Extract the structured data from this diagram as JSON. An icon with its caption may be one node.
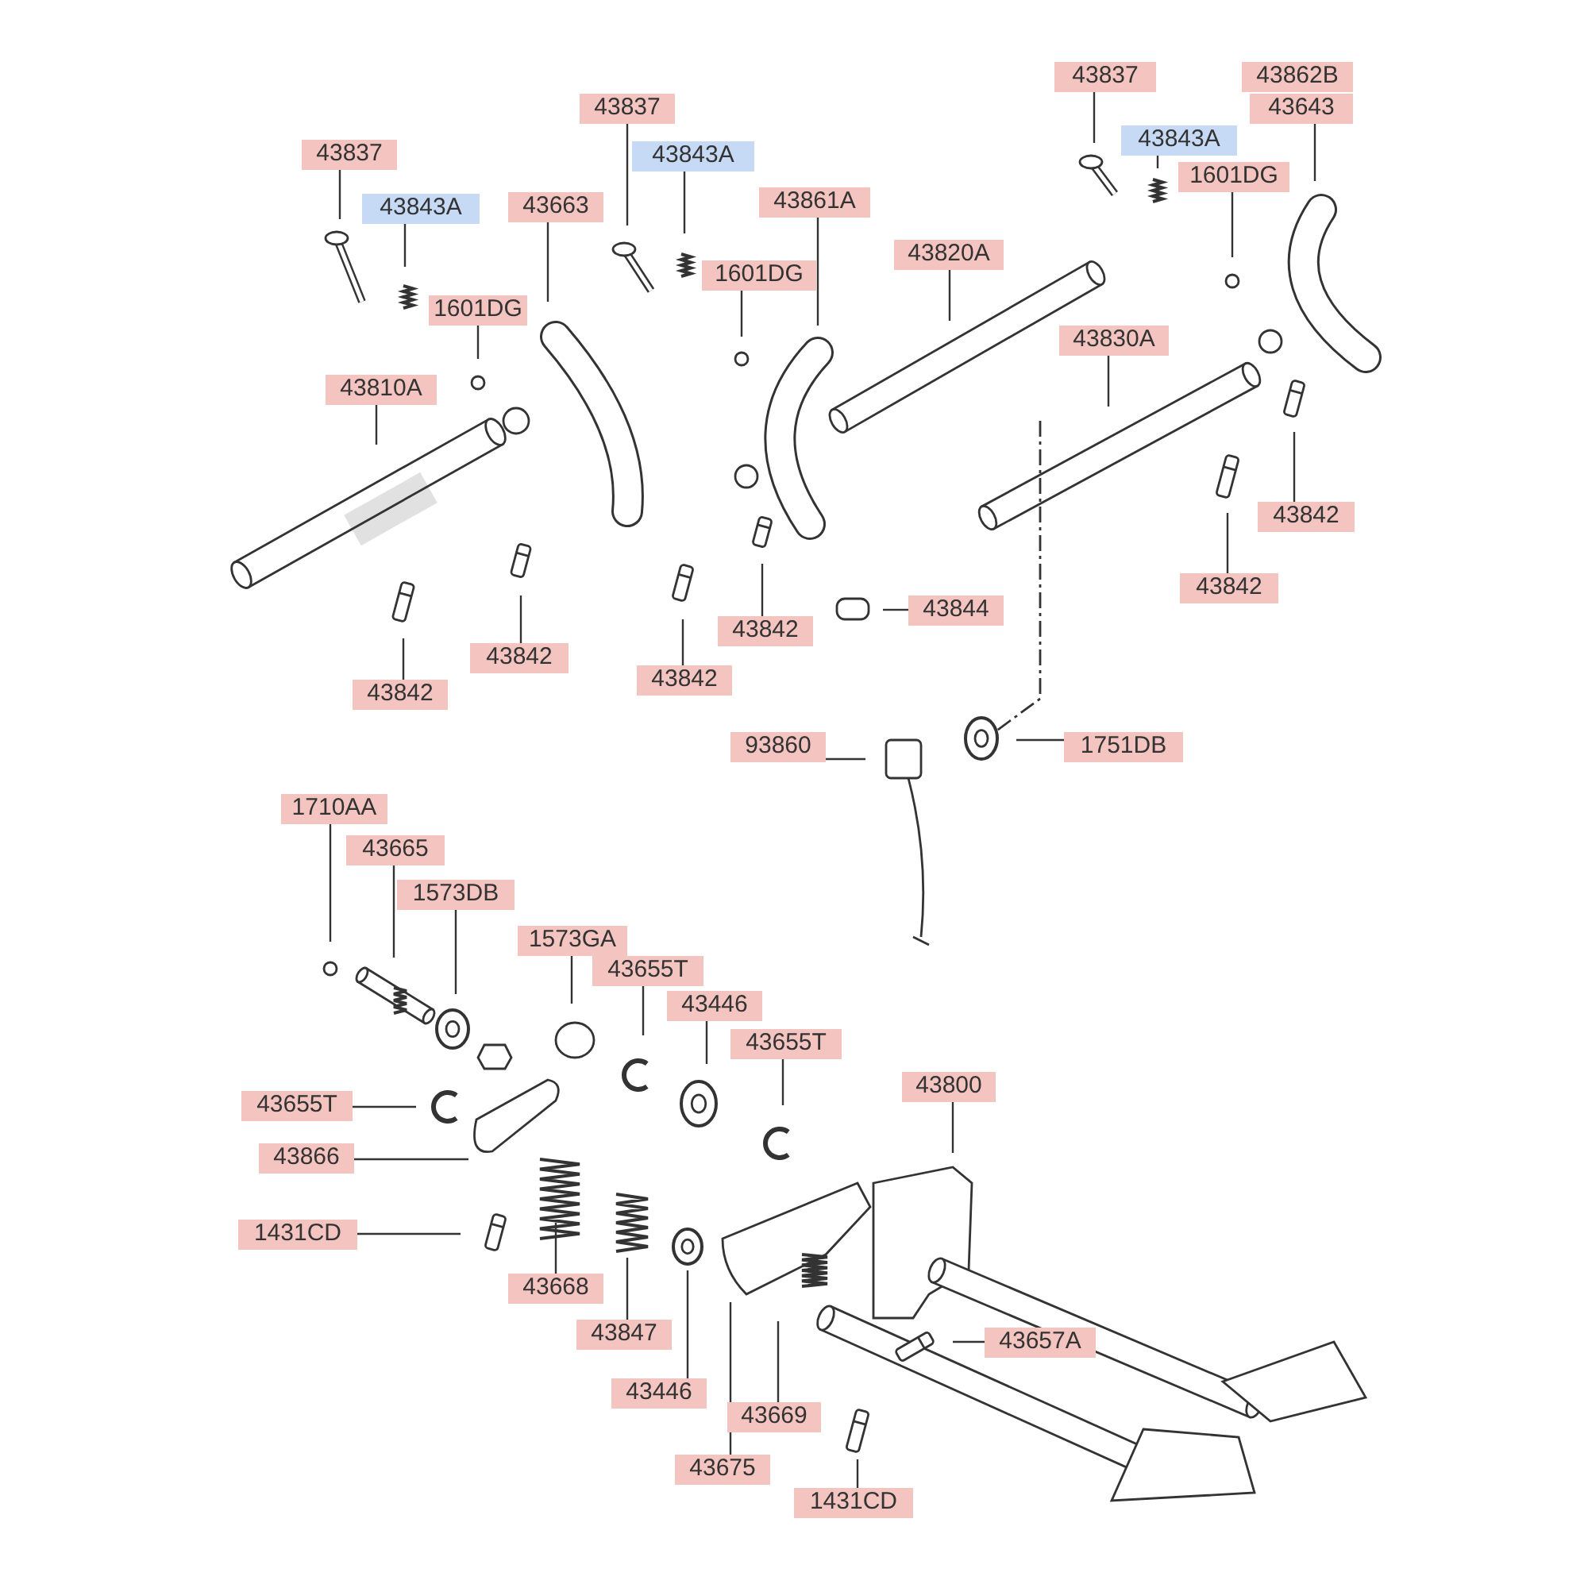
{
  "diagram": {
    "nodes": [
      {
        "text": [
          "43837"
        ]
      },
      {
        "text": [
          "43862B"
        ]
      },
      {
        "text": [
          "43643"
        ]
      },
      {
        "text": [
          "43843A"
        ]
      },
      {
        "text": [
          "43837"
        ]
      },
      {
        "text": [
          "43843A"
        ]
      },
      {
        "text": [
          "1601DG"
        ]
      },
      {
        "text": [
          "43837"
        ]
      },
      {
        "text": [
          "43861A"
        ]
      },
      {
        "text": [
          "43663"
        ]
      },
      {
        "text": [
          "43843A"
        ]
      },
      {
        "text": [
          "1601DG"
        ]
      },
      {
        "text": [
          "43820A"
        ]
      },
      {
        "text": [
          "1601DG"
        ]
      },
      {
        "text": [
          "43830A"
        ]
      },
      {
        "text": [
          "43810A"
        ]
      },
      {
        "text": [
          "43842"
        ]
      },
      {
        "text": [
          "43842"
        ]
      },
      {
        "text": [
          "43844"
        ]
      },
      {
        "text": [
          "43842"
        ]
      },
      {
        "text": [
          "43842"
        ]
      },
      {
        "text": [
          "43842"
        ]
      },
      {
        "text": [
          "43842"
        ]
      },
      {
        "text": [
          "93860"
        ]
      },
      {
        "text": [
          "1751DB"
        ]
      },
      {
        "text": [
          "1710AA"
        ]
      },
      {
        "text": [
          "43665"
        ]
      },
      {
        "text": [
          "1573DB"
        ]
      },
      {
        "text": [
          "1573GA"
        ]
      },
      {
        "text": [
          "43655T"
        ]
      },
      {
        "text": [
          "43446"
        ]
      },
      {
        "text": [
          "43655T"
        ]
      },
      {
        "text": [
          "43655T"
        ]
      },
      {
        "text": [
          "43800"
        ]
      },
      {
        "text": [
          "43866"
        ]
      },
      {
        "text": [
          "1431CD"
        ]
      },
      {
        "text": [
          "43668"
        ]
      },
      {
        "text": [
          "43847"
        ]
      },
      {
        "text": [
          "43657A"
        ]
      },
      {
        "text": [
          "43446"
        ]
      },
      {
        "text": [
          "43669"
        ]
      },
      {
        "text": [
          "43675"
        ]
      },
      {
        "text": [
          "1431CD"
        ]
      }
    ],
    "edges": [
      {
        "from": 0,
        "to": null,
        "arrow": "none"
      },
      {
        "from": 2,
        "to": null,
        "arrow": "none"
      },
      {
        "from": 3,
        "to": null,
        "arrow": "none"
      },
      {
        "from": 4,
        "to": null,
        "arrow": "none"
      },
      {
        "from": 5,
        "to": null,
        "arrow": "none"
      },
      {
        "from": 6,
        "to": null,
        "arrow": "none"
      },
      {
        "from": 7,
        "to": null,
        "arrow": "none"
      },
      {
        "from": 8,
        "to": null,
        "arrow": "none"
      },
      {
        "from": 9,
        "to": null,
        "arrow": "none"
      },
      {
        "from": 10,
        "to": null,
        "arrow": "none"
      },
      {
        "from": 11,
        "to": null,
        "arrow": "none"
      },
      {
        "from": 12,
        "to": null,
        "arrow": "none"
      },
      {
        "from": 13,
        "to": null,
        "arrow": "none"
      },
      {
        "from": 14,
        "to": null,
        "arrow": "none"
      },
      {
        "from": 15,
        "to": null,
        "arrow": "none"
      },
      {
        "from": 16,
        "to": null,
        "arrow": "none"
      },
      {
        "from": 17,
        "to": null,
        "arrow": "none"
      },
      {
        "from": 18,
        "to": null,
        "arrow": "none"
      },
      {
        "from": 19,
        "to": null,
        "arrow": "none"
      },
      {
        "from": 20,
        "to": null,
        "arrow": "none"
      },
      {
        "from": 21,
        "to": null,
        "arrow": "none"
      },
      {
        "from": 22,
        "to": null,
        "arrow": "none"
      },
      {
        "from": 23,
        "to": null,
        "arrow": "none"
      },
      {
        "from": 24,
        "to": null,
        "arrow": "none"
      },
      {
        "from": 25,
        "to": null,
        "arrow": "none"
      },
      {
        "from": 26,
        "to": null,
        "arrow": "none"
      },
      {
        "from": 27,
        "to": null,
        "arrow": "none"
      },
      {
        "from": 28,
        "to": null,
        "arrow": "none"
      },
      {
        "from": 29,
        "to": null,
        "arrow": "none"
      },
      {
        "from": 30,
        "to": null,
        "arrow": "none"
      },
      {
        "from": 31,
        "to": null,
        "arrow": "none"
      },
      {
        "from": 32,
        "to": null,
        "arrow": "none"
      },
      {
        "from": 33,
        "to": null,
        "arrow": "none"
      },
      {
        "from": 34,
        "to": null,
        "arrow": "none"
      },
      {
        "from": 35,
        "to": null,
        "arrow": "none"
      },
      {
        "from": 36,
        "to": null,
        "arrow": "none"
      },
      {
        "from": 37,
        "to": null,
        "arrow": "none"
      },
      {
        "from": 38,
        "to": null,
        "arrow": "none"
      },
      {
        "from": 39,
        "to": null,
        "arrow": "none"
      },
      {
        "from": 40,
        "to": null,
        "arrow": "none"
      },
      {
        "from": 41,
        "to": null,
        "arrow": "none"
      },
      {
        "from": 42,
        "to": null,
        "arrow": "none"
      }
    ]
  }
}
